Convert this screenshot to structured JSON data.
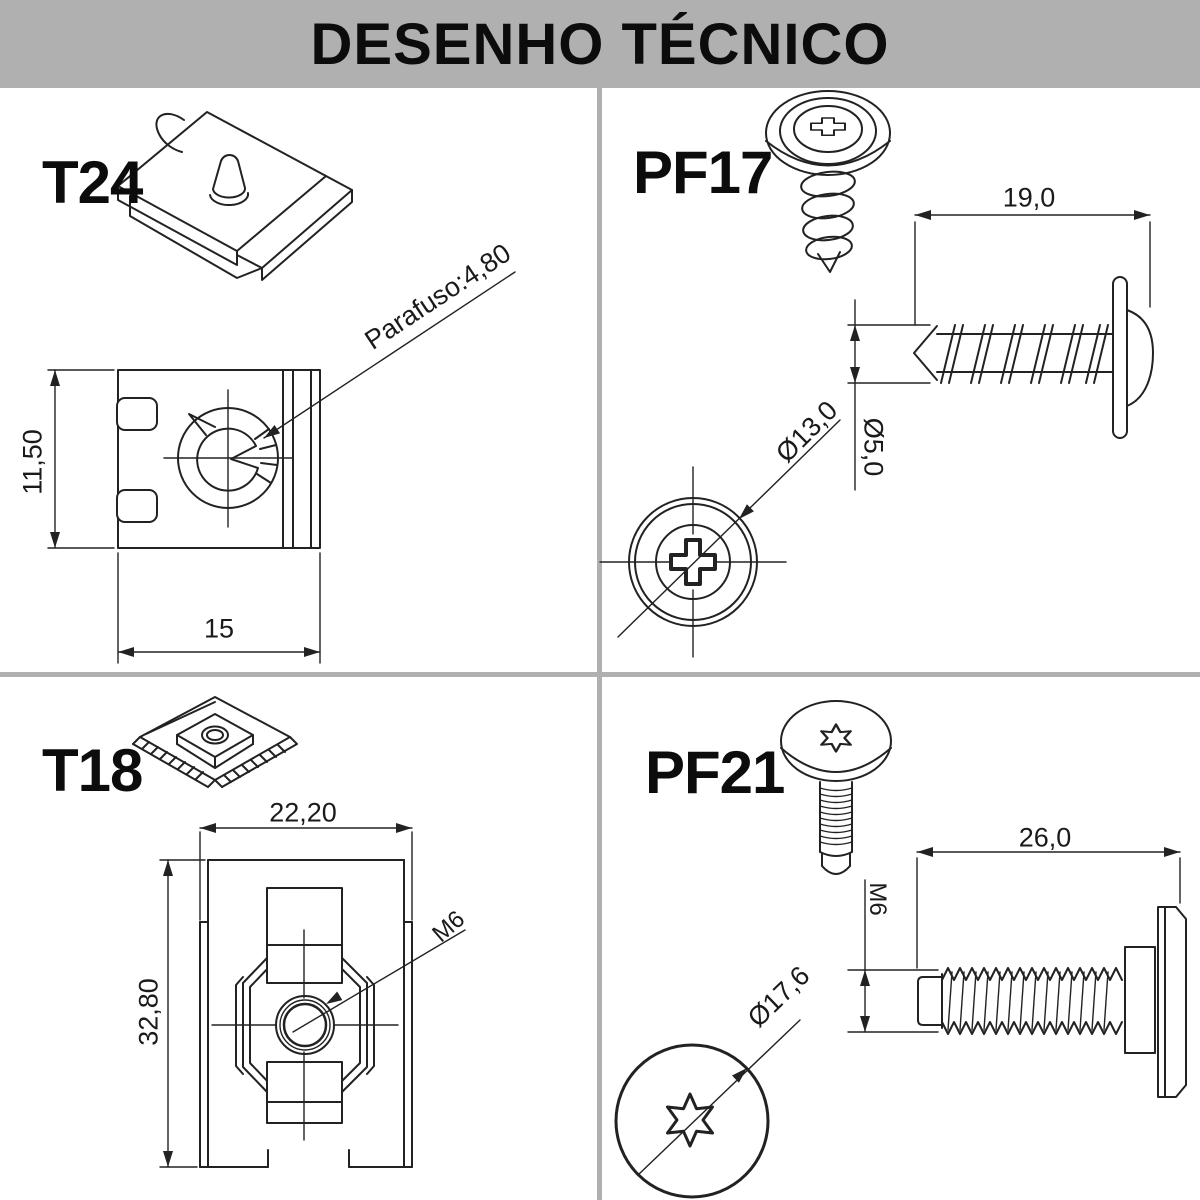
{
  "header": {
    "title": "DESENHO TÉCNICO"
  },
  "colors": {
    "banner": "#b0b0b0",
    "divider": "#b0b0b0",
    "line": "#222222",
    "background": "#ffffff"
  },
  "parts": [
    {
      "label": "T24",
      "dims": {
        "height": "11,50",
        "width": "15",
        "note": "Parafuso:4,80"
      }
    },
    {
      "label": "PF17",
      "dims": {
        "length": "19,0",
        "shank_diameter": "Ø5,0",
        "head_diameter": "Ø13,0"
      }
    },
    {
      "label": "T18",
      "dims": {
        "width": "22,20",
        "height": "32,80",
        "thread": "M6"
      }
    },
    {
      "label": "PF21",
      "dims": {
        "length": "26,0",
        "thread": "M6",
        "head_diameter": "Ø17,6"
      }
    }
  ]
}
